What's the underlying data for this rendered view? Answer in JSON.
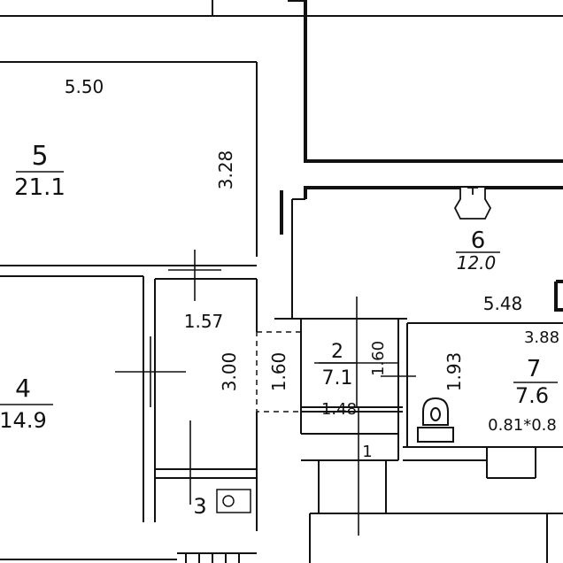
{
  "rooms": [
    {
      "number": "5",
      "area": "21.1"
    },
    {
      "number": "6",
      "area": "12.0"
    },
    {
      "number": "4",
      "area": "14.9"
    },
    {
      "number": "2",
      "area": "7.1"
    },
    {
      "number": "7",
      "area": "7.6"
    },
    {
      "number": "3"
    },
    {
      "number": "1"
    }
  ],
  "dimensions": {
    "room5_width": "5.50",
    "room5_height": "3.28",
    "room6_width": "5.48",
    "hall_width": "1.57",
    "hall_height": "3.00",
    "door_width": "1.60",
    "room2_height": "1.60",
    "room2_width": "1.48",
    "room7_width": "3.88",
    "room7_height": "1.93",
    "room7_note": "0.81*0.8"
  }
}
